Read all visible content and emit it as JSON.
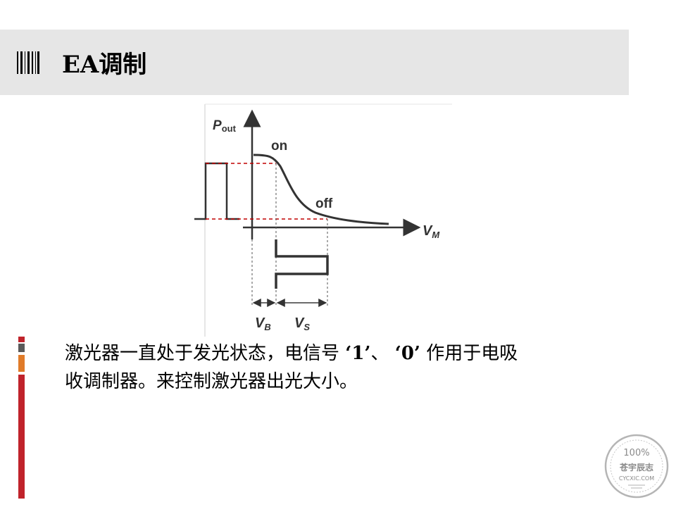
{
  "title": {
    "text": "EA调制"
  },
  "diagram": {
    "y_axis_label": "P",
    "y_axis_sub": "out",
    "x_axis_label": "V",
    "x_axis_sub": "M",
    "on_label": "on",
    "off_label": "off",
    "vb_label": "V",
    "vb_sub": "B",
    "vs_label": "V",
    "vs_sub": "S"
  },
  "body": {
    "line1_before": "激光器一直处于发光状态，电信号",
    "line1_q1": "‘1’",
    "line1_sep": "、",
    "line1_q2": "‘0’",
    "line1_after": "作用于电吸",
    "line2": "收调制器。来控制激光器出光大小。"
  },
  "watermark": {
    "percent": "100%",
    "name": "苍宇辰志",
    "site": "CYCXIC.COM"
  },
  "colors": {
    "title_bar": "#e6e6e6",
    "dashed_red": "#c00000",
    "side_red": "#c0232b",
    "side_orange": "#e07b29",
    "side_gray": "#5a5a5a"
  }
}
